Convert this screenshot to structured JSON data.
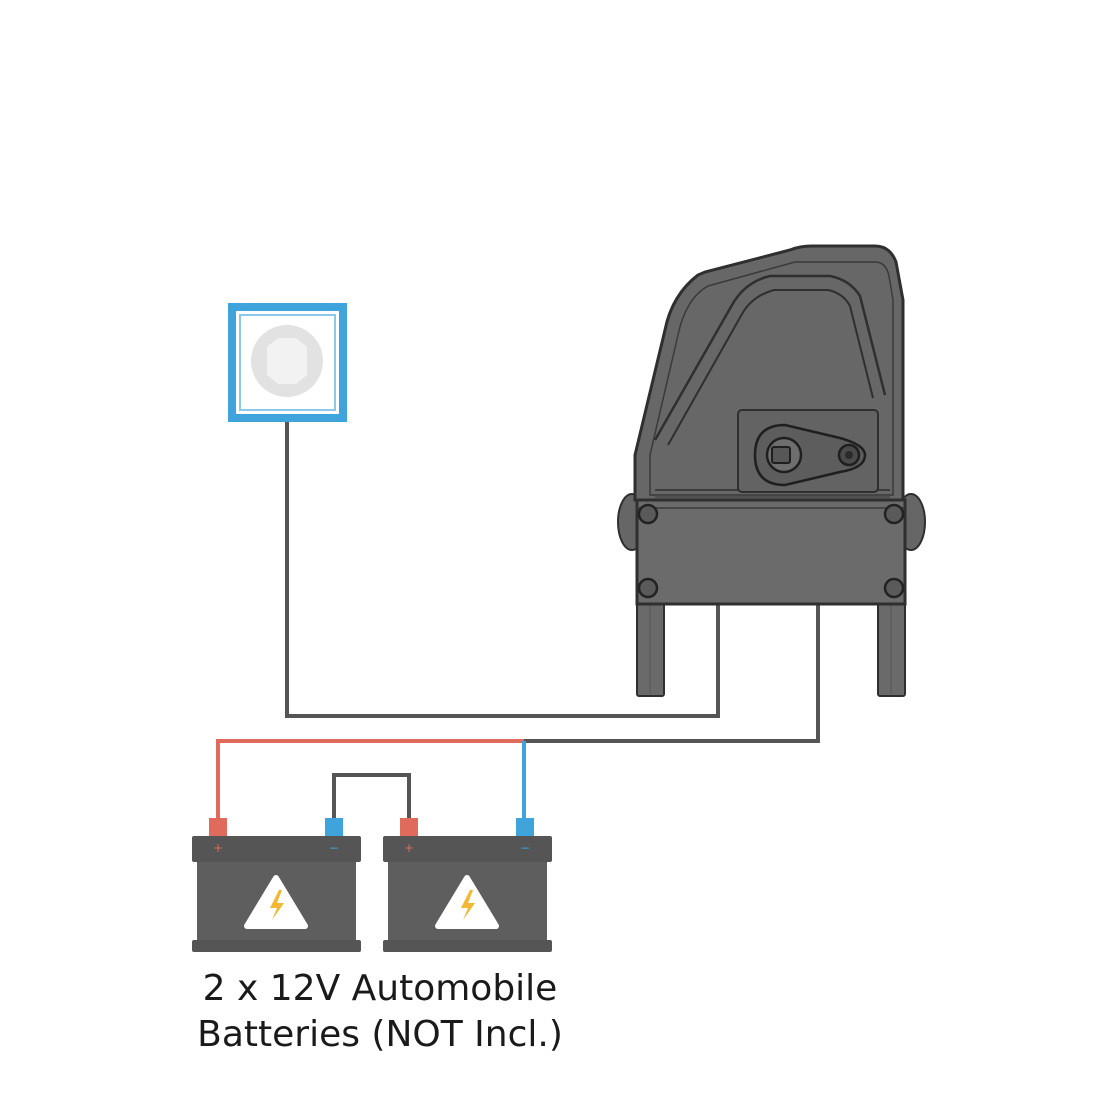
{
  "caption": {
    "line1": "2 x 12V Automobile",
    "line2": "Batteries (NOT Incl.)"
  },
  "colors": {
    "wire_dark": "#555555",
    "wire_positive": "#e06a5c",
    "wire_negative": "#3fa3dc",
    "outlet_frame": "#3fa3dc",
    "battery_body": "#5e5e5e",
    "battery_lid": "#4f4f4f",
    "terminal_positive": "#e06a5c",
    "terminal_negative": "#3fa3dc",
    "warning_bolt": "#f2b733",
    "opener_body": "#666666",
    "opener_outline": "#2f2f2f"
  },
  "icons": {
    "outlet": "wall-outlet-icon",
    "battery": "car-battery-icon",
    "warning": "high-voltage-warning-icon",
    "opener": "gate-opener-motor-icon"
  },
  "batteries": [
    {
      "name": "battery-left",
      "positive_mark": "+",
      "negative_mark": "−"
    },
    {
      "name": "battery-right",
      "positive_mark": "+",
      "negative_mark": "−"
    }
  ]
}
